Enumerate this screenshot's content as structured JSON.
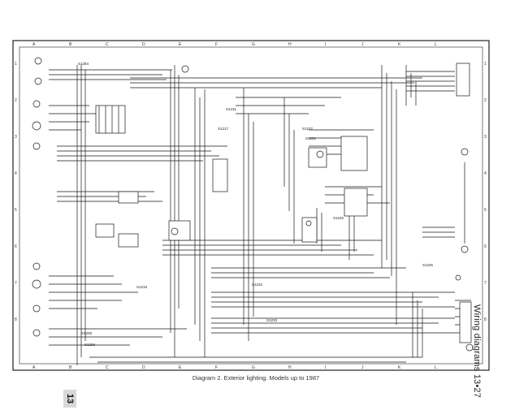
{
  "document": {
    "caption": "Diagram 2. Exterior lighting. Models up to 1987",
    "side_title": "Wiring diagrams 13•27",
    "page_number": "13"
  },
  "grid": {
    "top_letters": [
      "A",
      "B",
      "C",
      "D",
      "E",
      "F",
      "G",
      "H",
      "I",
      "J",
      "K",
      "L"
    ],
    "bottom_letters": [
      "A",
      "B",
      "C",
      "D",
      "E",
      "F",
      "G",
      "H",
      "I",
      "J",
      "K",
      "L"
    ],
    "left_numbers": [
      "1",
      "2",
      "3",
      "4",
      "5",
      "6",
      "7",
      "8"
    ],
    "right_numbers": [
      "1",
      "2",
      "3",
      "4",
      "5",
      "6",
      "7",
      "8"
    ]
  },
  "labels": {
    "splices": [
      "S1284",
      "S1231",
      "S1217",
      "S1222",
      "S1221",
      "S1220",
      "S1225",
      "S1232",
      "S1233",
      "S1205",
      "S1206",
      "S1218"
    ]
  },
  "style": {
    "line": "#1a1a1a",
    "border": "#222222"
  }
}
